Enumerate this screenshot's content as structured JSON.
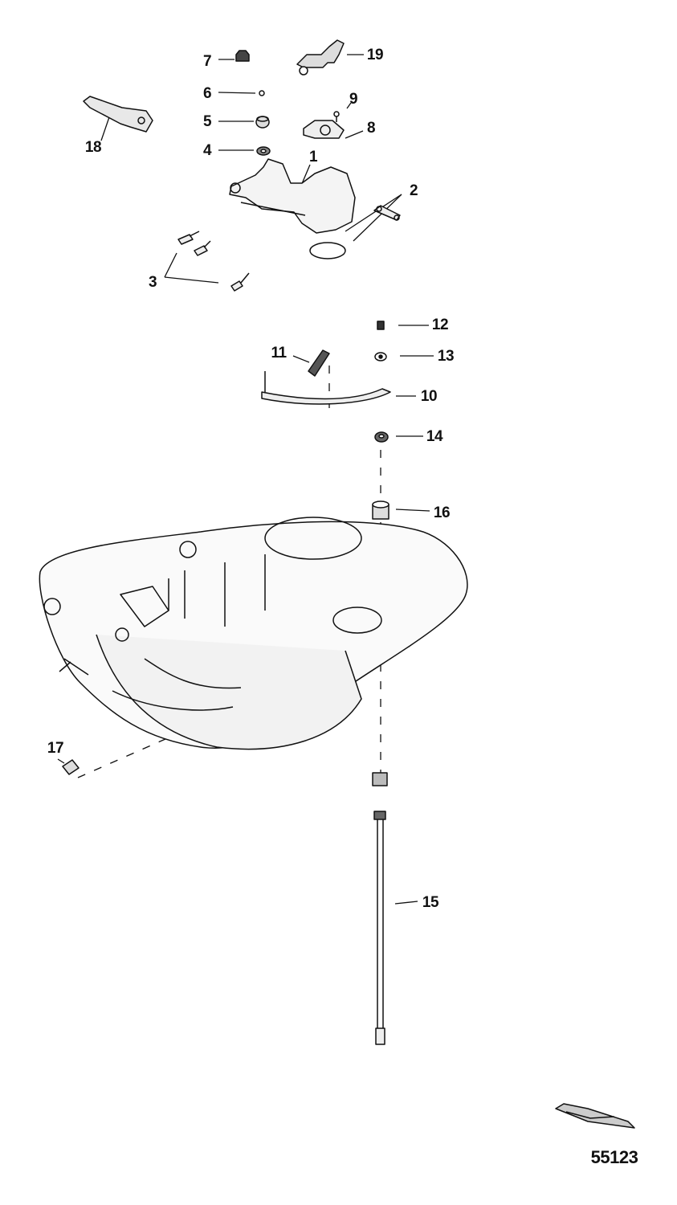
{
  "diagram": {
    "figure_number": "55123",
    "callouts": [
      "1",
      "2",
      "3",
      "4",
      "5",
      "6",
      "7",
      "8",
      "9",
      "10",
      "11",
      "12",
      "13",
      "14",
      "15",
      "16",
      "17",
      "18",
      "19"
    ]
  },
  "colors": {
    "ink": "#111111",
    "background": "#ffffff"
  }
}
